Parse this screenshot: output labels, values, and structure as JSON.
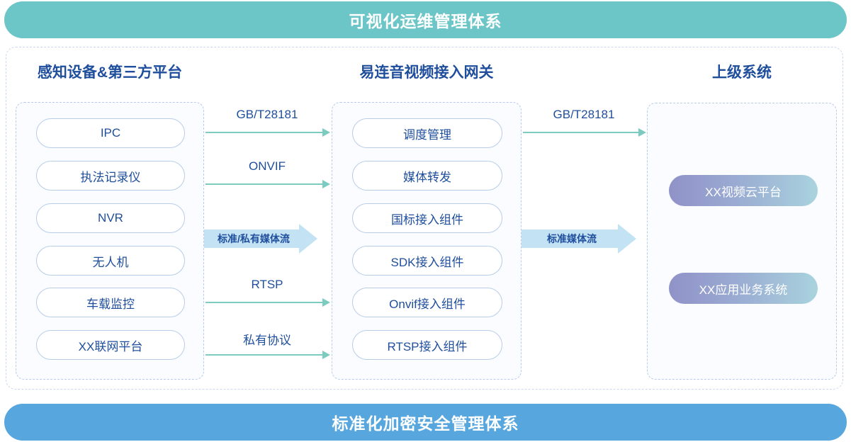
{
  "banners": {
    "top": "可视化运维管理体系",
    "bottom": "标准化加密安全管理体系",
    "top_color": "#6cc5c6",
    "bottom_color": "#57a7de"
  },
  "columns": {
    "left": {
      "title": "感知设备&第三方平台",
      "items": [
        {
          "label": "IPC"
        },
        {
          "label": "执法记录仪"
        },
        {
          "label": "NVR"
        },
        {
          "label": "无人机"
        },
        {
          "label": "车载监控"
        },
        {
          "label": "XX联网平台"
        }
      ]
    },
    "middle": {
      "title": "易连音视频接入网关",
      "items": [
        {
          "label": "调度管理"
        },
        {
          "label": "媒体转发"
        },
        {
          "label": "国标接入组件"
        },
        {
          "label": "SDK接入组件"
        },
        {
          "label": "Onvif接入组件"
        },
        {
          "label": "RTSP接入组件"
        }
      ]
    },
    "right": {
      "title": "上级系统",
      "items": [
        {
          "label": "XX视频云平台"
        },
        {
          "label": "XX应用业务系统"
        }
      ]
    }
  },
  "connectors": {
    "left_to_middle": [
      {
        "label": "GB/T28181"
      },
      {
        "label": "ONVIF"
      },
      {
        "label": "RTSP"
      },
      {
        "label": "私有协议"
      }
    ],
    "middle_to_right": [
      {
        "label": "GB/T28181"
      }
    ],
    "media_flows": [
      {
        "label": "标准/私有媒体流"
      },
      {
        "label": "标准媒体流"
      }
    ]
  },
  "palette": {
    "accent_teal": "#7ccbc0",
    "accent_blue": "#1f4e9c",
    "media_band": "#c3e3f5",
    "dashed_border": "#b9cbe8",
    "gradient_from": "#9092c8",
    "gradient_to": "#a9d3de"
  }
}
